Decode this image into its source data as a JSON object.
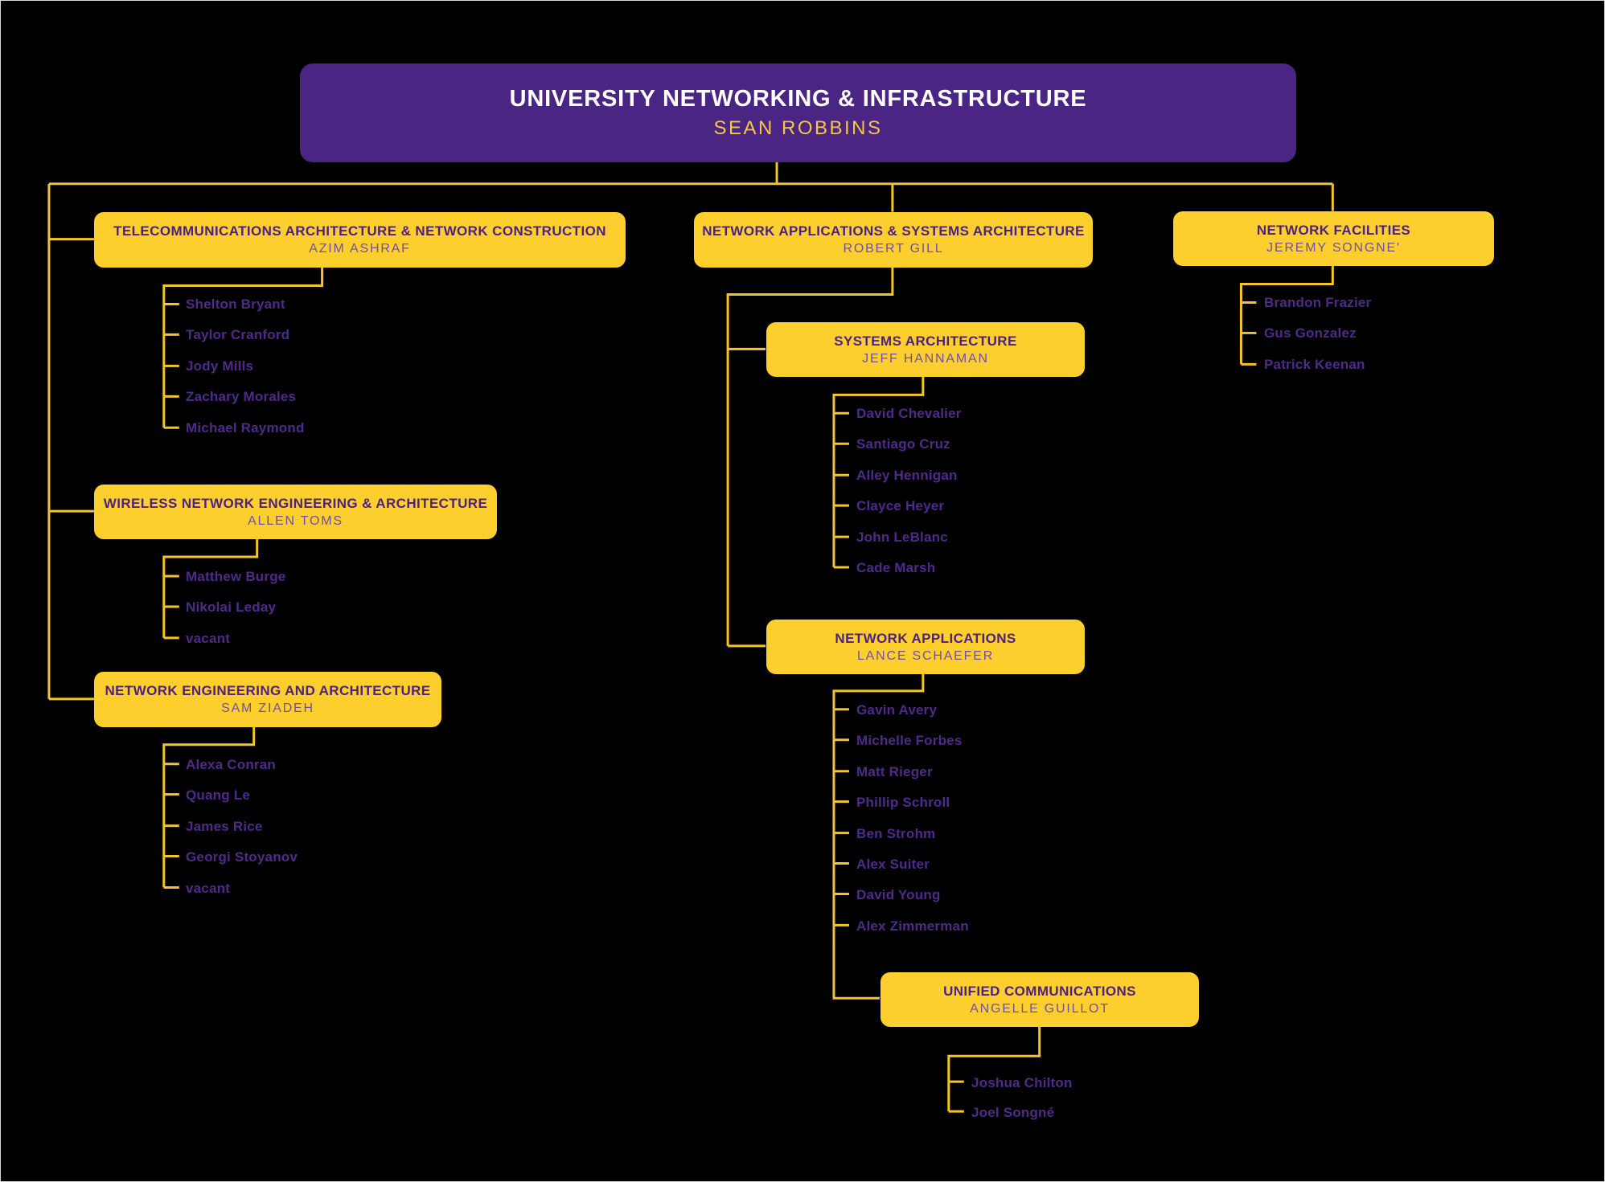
{
  "colors": {
    "background": "#000000",
    "frame_border": "#d8d8d8",
    "root_box": "#4A2583",
    "root_title_text": "#FFFFFF",
    "root_name_text": "#F6C73F",
    "dept_box": "#FCCE2E",
    "dept_title_text": "#4B2182",
    "dept_name_text": "#7150A3",
    "member_text": "#4F2A8C",
    "connector_line": "#F5C32C"
  },
  "root": {
    "title": "UNIVERSITY NETWORKING & INFRASTRUCTURE",
    "name": "SEAN ROBBINS"
  },
  "departments": [
    {
      "id": "telecom",
      "title": "TELECOMMUNICATIONS ARCHITECTURE & NETWORK CONSTRUCTION",
      "name": "AZIM ASHRAF",
      "members": [
        "Shelton Bryant",
        "Taylor Cranford",
        "Jody Mills",
        "Zachary Morales",
        "Michael Raymond"
      ]
    },
    {
      "id": "wireless",
      "title": "WIRELESS NETWORK ENGINEERING & ARCHITECTURE",
      "name": "ALLEN TOMS",
      "members": [
        "Matthew Burge",
        "Nikolai Leday",
        "vacant"
      ]
    },
    {
      "id": "neteng",
      "title": "NETWORK ENGINEERING AND ARCHITECTURE",
      "name": "SAM ZIADEH",
      "members": [
        "Alexa Conran",
        "Quang Le",
        "James Rice",
        "Georgi Stoyanov",
        "vacant"
      ]
    },
    {
      "id": "gill",
      "title": "NETWORK APPLICATIONS & SYSTEMS ARCHITECTURE",
      "name": "ROBERT GILL",
      "members": []
    },
    {
      "id": "sysarch",
      "title": "SYSTEMS ARCHITECTURE",
      "name": "JEFF HANNAMAN",
      "members": [
        "David Chevalier",
        "Santiago Cruz",
        "Alley Hennigan",
        "Clayce Heyer",
        "John LeBlanc",
        "Cade Marsh"
      ]
    },
    {
      "id": "netapps",
      "title": "NETWORK APPLICATIONS",
      "name": "LANCE SCHAEFER",
      "members": [
        "Gavin Avery",
        "Michelle Forbes",
        "Matt Rieger",
        "Phillip Schroll",
        "Ben Strohm",
        "Alex Suiter",
        "David Young",
        "Alex Zimmerman"
      ]
    },
    {
      "id": "uc",
      "title": "UNIFIED COMMUNICATIONS",
      "name": "ANGELLE GUILLOT",
      "members": [
        "Joshua Chilton",
        "Joel Songné"
      ]
    },
    {
      "id": "netfac",
      "title": "NETWORK FACILITIES",
      "name": "JEREMY SONGNE'",
      "members": [
        "Brandon Frazier",
        "Gus Gonzalez",
        "Patrick Keenan"
      ]
    }
  ]
}
